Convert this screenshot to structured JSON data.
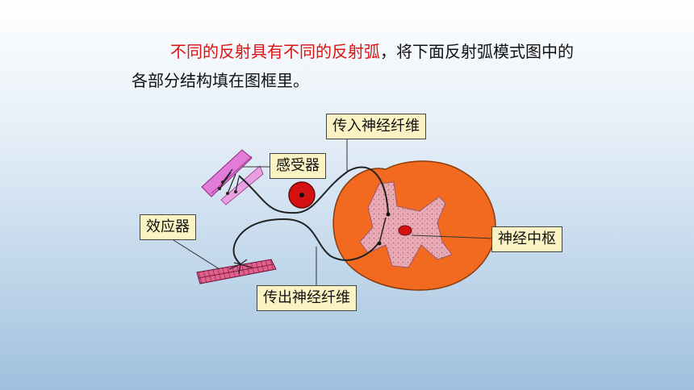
{
  "intro": {
    "highlight": "不同的反射具有不同的反射弧",
    "rest": "，将下面反射弧模式图中的各部分结构填在图框里。"
  },
  "labels": {
    "afferent": "传入神经纤维",
    "receptor": "感受器",
    "effector": "效应器",
    "center": "神经中枢",
    "efferent": "传出神经纤维"
  },
  "colors": {
    "spinal_cord": "#f26a1f",
    "gray_matter": "#e8aab4",
    "ganglion": "#d41010",
    "receptor_tissue": "#e37cd8",
    "effector_tissue": "#e0608e",
    "label_bg": "#fcf3c4",
    "highlight_text": "#e01010"
  }
}
